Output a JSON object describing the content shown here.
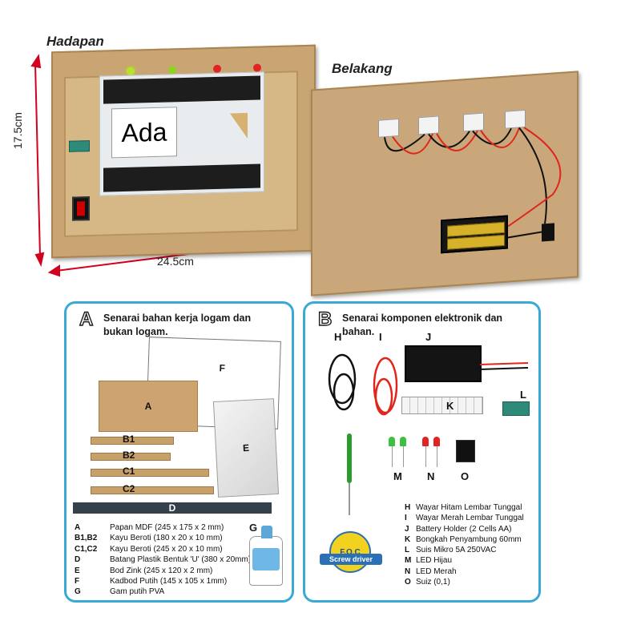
{
  "captions": {
    "front": "Hadapan",
    "back": "Belakang"
  },
  "dimensions": {
    "height": "17.5cm",
    "width": "24.5cm"
  },
  "front_card_text": "Ada",
  "panel_a": {
    "letter": "A",
    "title": "Senarai bahan kerja logam dan bukan logam.",
    "labels": {
      "a": "A",
      "b1": "B1",
      "b2": "B2",
      "c1": "C1",
      "c2": "C2",
      "d": "D",
      "e": "E",
      "f": "F",
      "g": "G"
    },
    "items": [
      {
        "code": "A",
        "desc": "Papan MDF (245 x 175 x 2 mm)"
      },
      {
        "code": "B1,B2",
        "desc": "Kayu Beroti (180 x 20 x 10 mm)"
      },
      {
        "code": "C1,C2",
        "desc": "Kayu Beroti (245 x 20 x 10 mm)"
      },
      {
        "code": "D",
        "desc": "Batang Plastik Bentuk 'U' (380 x 20mm)"
      },
      {
        "code": "E",
        "desc": "Bod Zink (245 x 120 x 2 mm)"
      },
      {
        "code": "F",
        "desc": "Kadbod Putih (145 x 105 x 1mm)"
      },
      {
        "code": "G",
        "desc": "Gam putih PVA"
      }
    ]
  },
  "panel_b": {
    "letter": "B",
    "title": "Senarai komponen elektronik dan bahan.",
    "labels": {
      "h": "H",
      "i": "I",
      "j": "J",
      "k": "K",
      "l": "L",
      "m": "M",
      "n": "N",
      "o": "O"
    },
    "foc": {
      "top": "F.O.C",
      "banner": "Screw driver"
    },
    "items": [
      {
        "code": "H",
        "desc": "Wayar Hitam Lembar Tunggal"
      },
      {
        "code": "I",
        "desc": "Wayar Merah Lembar Tunggal"
      },
      {
        "code": "J",
        "desc": "Battery Holder (2 Cells AA)"
      },
      {
        "code": "K",
        "desc": "Bongkah Penyambung 60mm"
      },
      {
        "code": "L",
        "desc": "Suis Mikro 5A 250VAC"
      },
      {
        "code": "M",
        "desc": "LED Hijau"
      },
      {
        "code": "N",
        "desc": "LED Merah"
      },
      {
        "code": "O",
        "desc": "Suiz (0,1)"
      }
    ]
  },
  "colors": {
    "panel_border": "#3aa9d6",
    "wood": "#c8a572",
    "led_green": "#8fd321",
    "led_red": "#e02424",
    "foc_blue": "#2b6fb5",
    "foc_yellow": "#f2d21f"
  }
}
